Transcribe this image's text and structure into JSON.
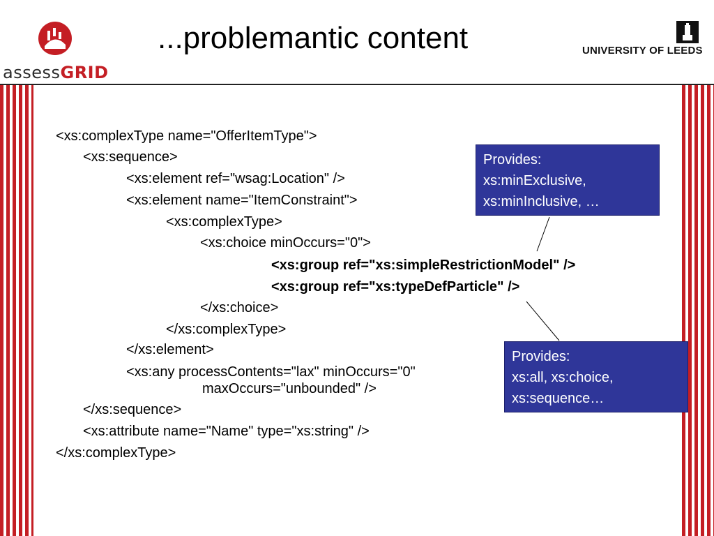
{
  "title": "...problemantic content",
  "logos": {
    "assessgrid_part1": "assess",
    "assessgrid_part2": "GRID",
    "university": "UNIVERSITY OF LEEDS"
  },
  "code_lines": [
    "<xs:complexType name=\"OfferItemType\">",
    "<xs:sequence>",
    "<xs:element ref=\"wsag:Location\" />",
    "<xs:element name=\"ItemConstraint\">",
    "<xs:complexType>",
    "<xs:choice minOccurs=\"0\">",
    "<xs:group ref=\"xs:simpleRestrictionModel\" />",
    "<xs:group ref=\"xs:typeDefParticle\" />",
    "</xs:choice>",
    "</xs:complexType>",
    "</xs:element>",
    "<xs:any processContents=\"lax\" minOccurs=\"0\"",
    "maxOccurs=\"unbounded\" />",
    "</xs:sequence>",
    "<xs:attribute name=\"Name\" type=\"xs:string\" />",
    "</xs:complexType>"
  ],
  "callouts": [
    {
      "lines": [
        "Provides:",
        "xs:minExclusive,",
        "xs:minInclusive, …"
      ]
    },
    {
      "lines": [
        "Provides:",
        "xs:all, xs:choice,",
        "xs:sequence…"
      ]
    }
  ],
  "colors": {
    "stripe_red": "#c41e24",
    "callout_blue": "#2f3699"
  }
}
